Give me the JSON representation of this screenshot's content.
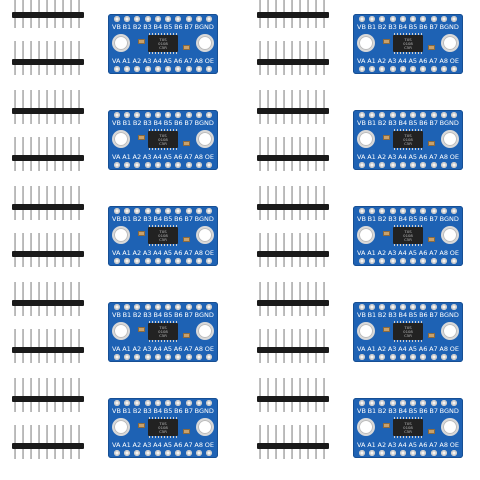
{
  "board": {
    "top_labels": [
      "VB",
      "B1",
      "B2",
      "B3",
      "B4",
      "B5",
      "B6",
      "B7",
      "BGND"
    ],
    "bottom_labels": [
      "VA",
      "A1",
      "A2",
      "A3",
      "A4",
      "A5",
      "A6",
      "A7",
      "A8",
      "OE"
    ],
    "chip_marking": [
      "TXS",
      "0108",
      "C5R"
    ]
  },
  "colors": {
    "pcb_blue": "#1e62b4",
    "header_black": "#1a1a1a",
    "pin_silver": "#cfcfcf",
    "chip_black": "#222222"
  },
  "grid": {
    "rows": 5,
    "columns": 2
  }
}
